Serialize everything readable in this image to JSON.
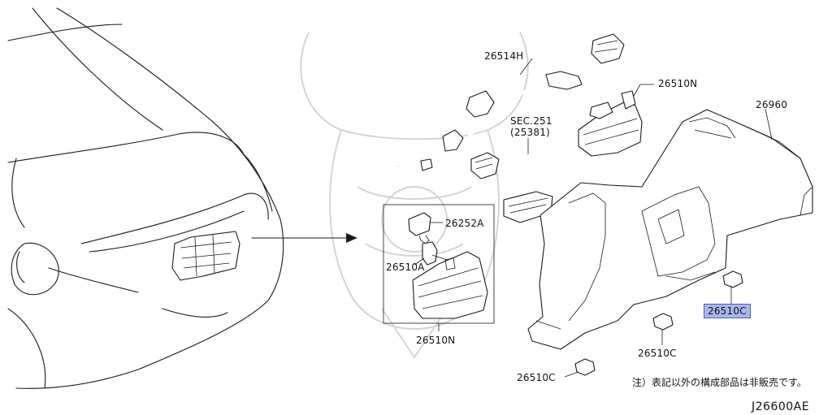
{
  "parts": {
    "wire_harness": "26514H",
    "sec_ref_line1": "SEC.251",
    "sec_ref_line2": "(25381)",
    "lamp_upper": "26510N",
    "finisher": "26960",
    "bulb": "26252A",
    "socket": "26510A",
    "lamp_inset": "26510N",
    "clip_highlighted": "26510C",
    "clip_middle": "26510C",
    "clip_lower": "26510C"
  },
  "footnote": "注）表記以外の構成部品は非販売です。",
  "diagram_code": "J26600AE",
  "colors": {
    "highlight": "#a9b6ee",
    "line": "#1a1a1a"
  }
}
